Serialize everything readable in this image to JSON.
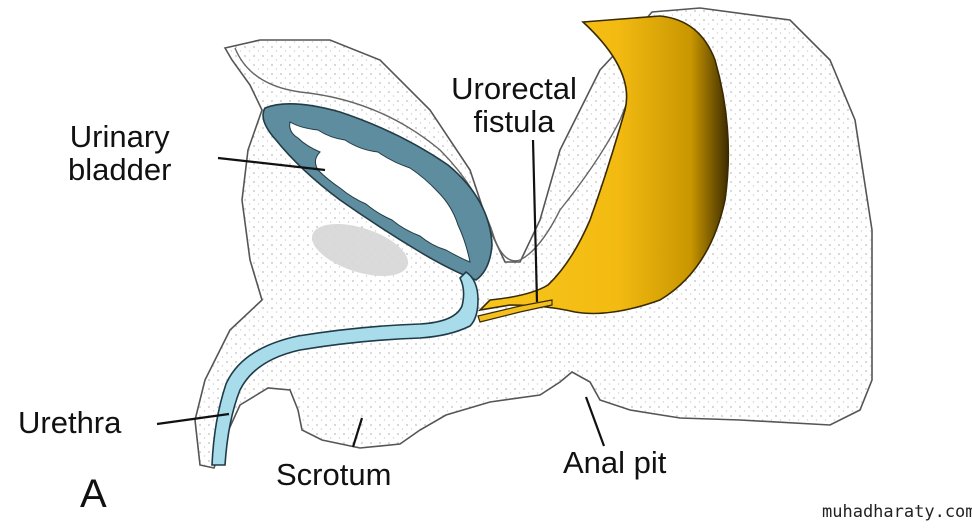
{
  "diagram": {
    "panel_letter": "A",
    "labels": {
      "urinary_bladder": [
        "Urinary",
        "bladder"
      ],
      "urorectal_fistula": [
        "Urorectal",
        "fistula"
      ],
      "urethra": "Urethra",
      "scrotum": "Scrotum",
      "anal_pit": "Anal pit"
    },
    "colors": {
      "bladder_wall": "#5f8fa0",
      "urethra_lumen": "#a9dcea",
      "rectum": "#f5c01a",
      "rectum_shadow": "#3a2a00",
      "tissue_dots": "#c9c9c9"
    }
  },
  "watermark": "muhadharaty.com"
}
